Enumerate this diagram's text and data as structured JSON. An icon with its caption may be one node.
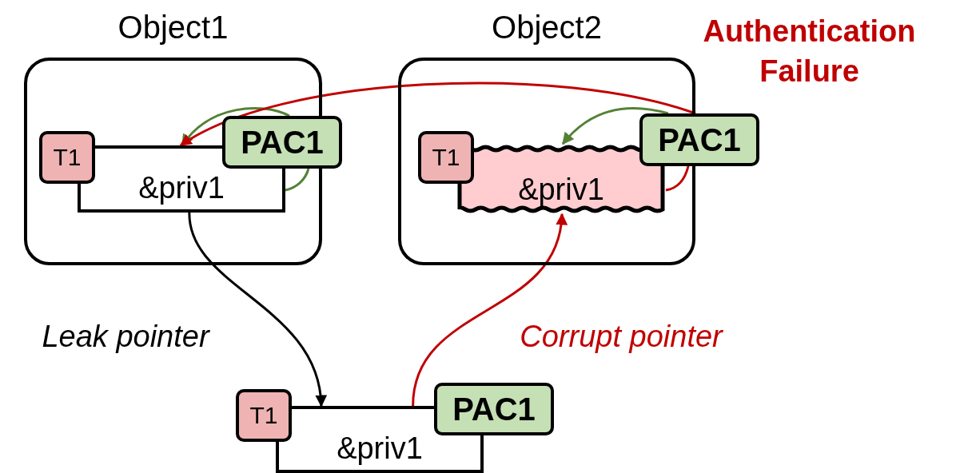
{
  "diagram": {
    "nodes": [
      {
        "text": [
          "Object1"
        ]
      },
      {
        "text": [
          "&priv1"
        ],
        "in": 0
      },
      {
        "text": [
          "T1"
        ],
        "in": 0
      },
      {
        "text": [
          "PAC1"
        ]
      },
      {
        "text": [
          "Object2"
        ]
      },
      {
        "text": [
          "&priv1"
        ],
        "in": 4
      },
      {
        "text": [
          "T1"
        ],
        "in": 4
      },
      {
        "text": [
          "PAC1"
        ]
      },
      {
        "text": [
          "&priv1"
        ]
      },
      {
        "text": [
          "T1"
        ]
      },
      {
        "text": [
          "PAC1"
        ]
      }
    ],
    "edges": [
      {
        "from": 3,
        "to": 1,
        "arrow": "to",
        "color": "#548235"
      },
      {
        "from": 1,
        "to": 3,
        "arrow": "none",
        "color": "#548235"
      },
      {
        "from": 7,
        "to": 1,
        "arrow": "to",
        "color": "#c00000",
        "label": "Authentication Failure"
      },
      {
        "from": 7,
        "to": 5,
        "arrow": "to",
        "color": "#548235"
      },
      {
        "from": 5,
        "to": 7,
        "arrow": "none",
        "color": "#c00000"
      },
      {
        "from": 1,
        "to": 8,
        "arrow": "to",
        "color": "#000000",
        "label": "Leak pointer"
      },
      {
        "from": 8,
        "to": 5,
        "arrow": "to",
        "color": "#c00000",
        "label": "Corrupt pointer"
      }
    ]
  }
}
